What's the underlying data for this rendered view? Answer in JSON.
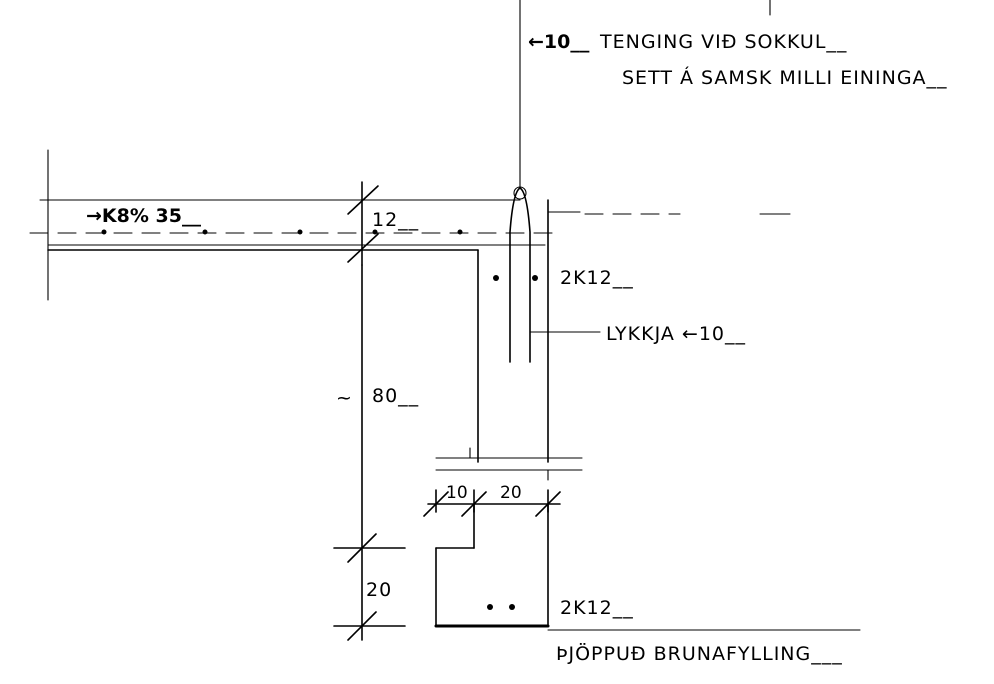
{
  "notes": {
    "connection_line1": "TENGING VIÐ SOKKUL__",
    "connection_line2": "SETT Á SAMSK MILLI EININGA__",
    "bar_size": "←10__",
    "slab_mesh": "→K8% 35__",
    "slab_thickness": "12__",
    "top_bars": "2K12__",
    "loop_bar": "LYKKJA ←10__",
    "wall_height_tilde": "~",
    "wall_height": "80__",
    "dim_left": "10",
    "dim_right": "20",
    "footing_height": "20",
    "bottom_bars": "2K12__",
    "fill_material": "ÞJÖPPUÐ BRUNAFYLLING___"
  }
}
